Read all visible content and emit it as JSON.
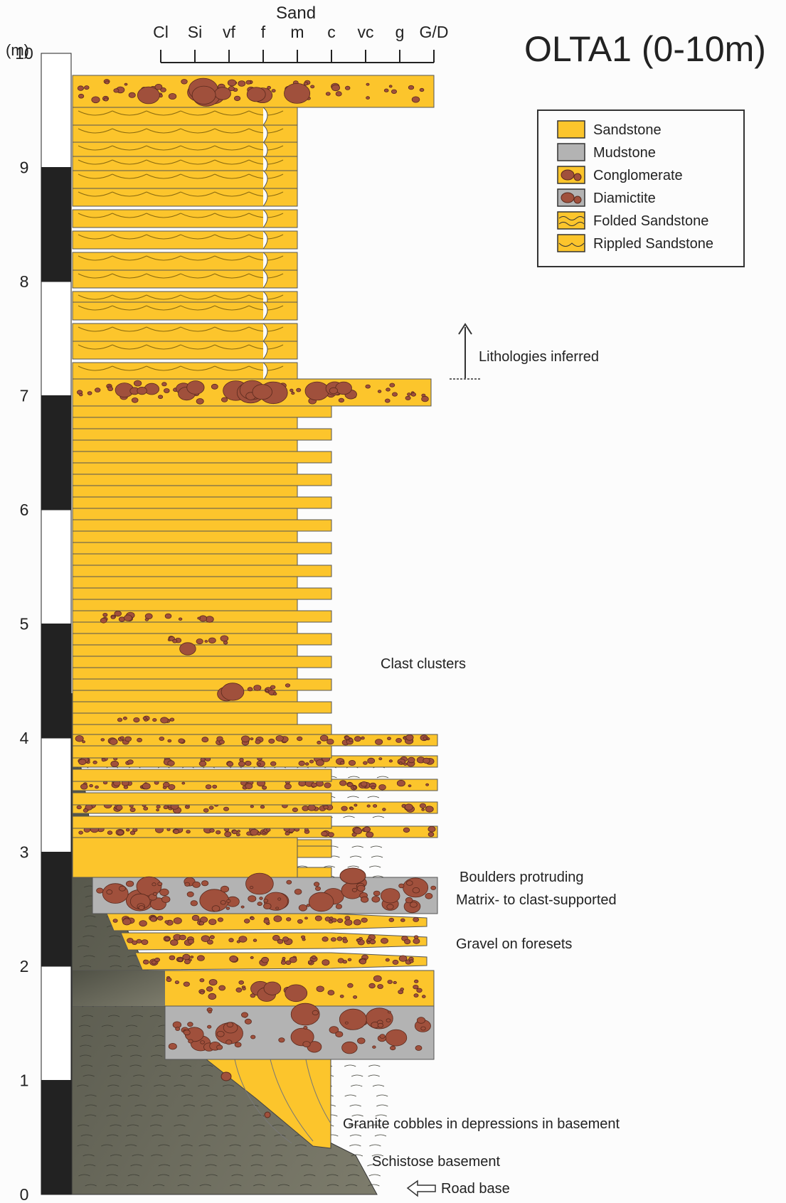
{
  "title": "OLTA1 (0-10m)",
  "scale": {
    "unit_label": "(m)",
    "tick_labels": [
      "0",
      "1",
      "2",
      "3",
      "4",
      "5",
      "6",
      "7",
      "8",
      "9",
      "10"
    ]
  },
  "grain_size": {
    "header": "Sand",
    "labels": [
      "Cl",
      "Si",
      "vf",
      "f",
      "m",
      "c",
      "vc",
      "g",
      "G/D"
    ]
  },
  "legend": {
    "items": [
      {
        "key": "sandstone",
        "label": "Sandstone",
        "color": "#fcc52c"
      },
      {
        "key": "mudstone",
        "label": "Mudstone",
        "color": "#b3b3b3"
      },
      {
        "key": "conglomerate",
        "label": "Conglomerate",
        "color": "#fcc52c"
      },
      {
        "key": "diamictite",
        "label": "Diamictite",
        "color": "#b3b3b3"
      },
      {
        "key": "folded",
        "label": "Folded Sandstone",
        "color": "#fcc52c"
      },
      {
        "key": "rippled",
        "label": "Rippled Sandstone",
        "color": "#fcc52c"
      }
    ]
  },
  "annotations": {
    "lithologies_inferred": "Lithologies inferred",
    "clast_clusters": "Clast clusters",
    "boulders": "Boulders protruding",
    "matrix": "Matrix- to clast-supported",
    "gravel": "Gravel on foresets",
    "granite": "Granite cobbles in depressions in basement",
    "schistose": "Schistose basement",
    "road": "Road base"
  },
  "colors": {
    "sand": "#fcc52c",
    "mud": "#b3b3b3",
    "clast": "#a0503c",
    "basement": "#6f6f5e",
    "black": "#222222"
  }
}
